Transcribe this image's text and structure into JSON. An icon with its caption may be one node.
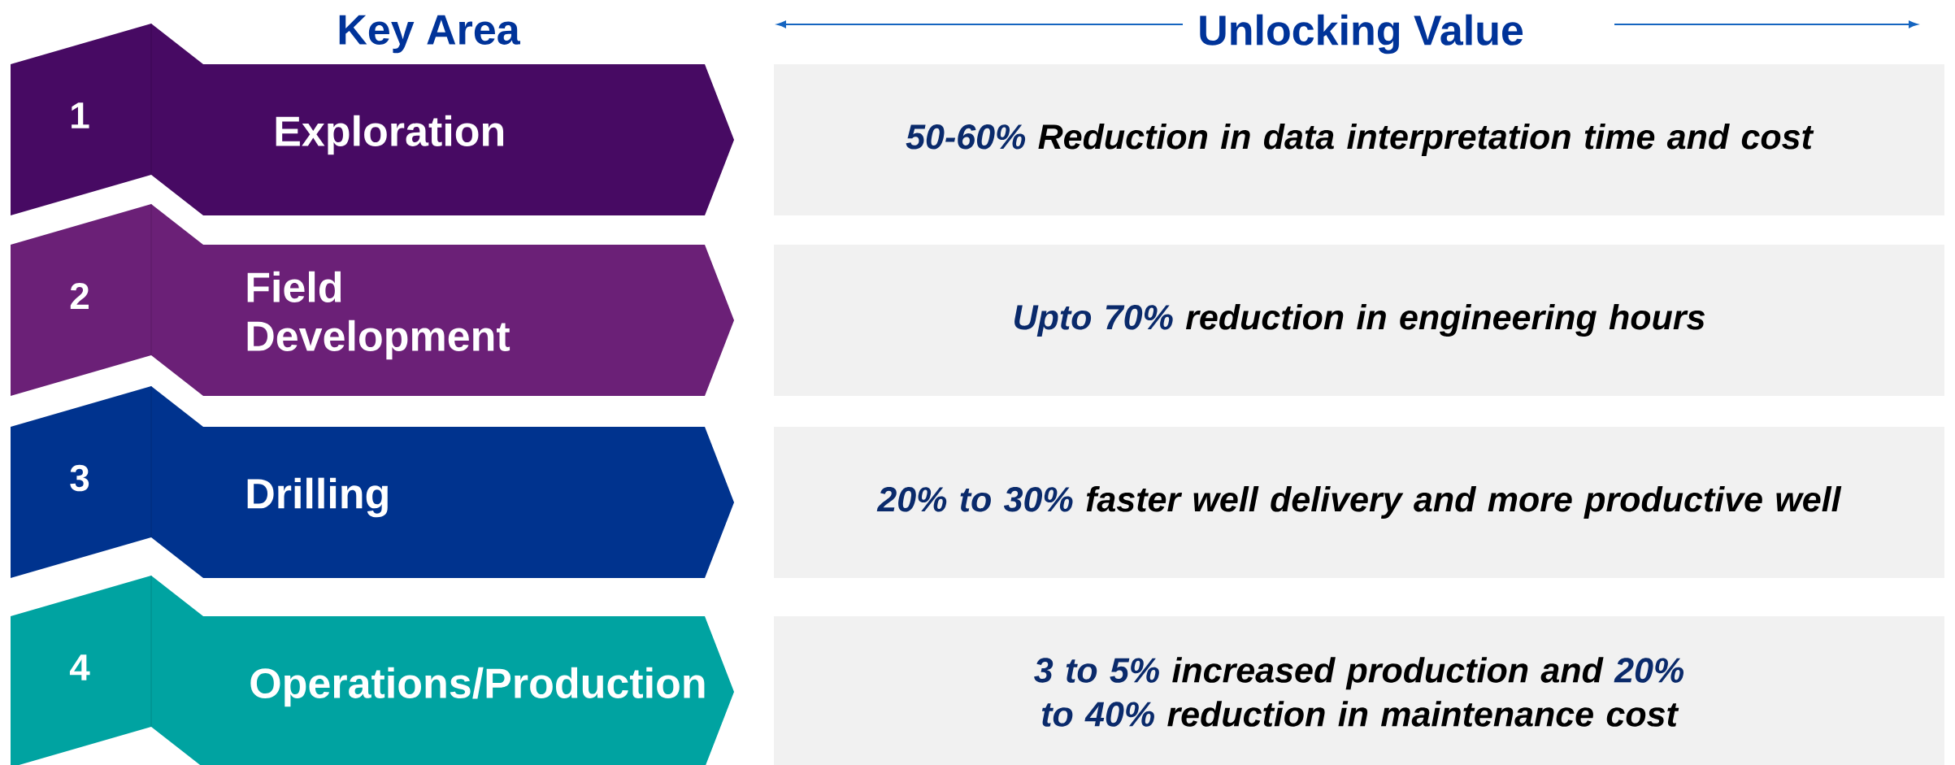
{
  "diagram": {
    "nodes": [
      {
        "text": [
          "1",
          "Exploration"
        ]
      },
      {
        "text": [
          "50-60%",
          "Reduction in data interpretation time and cost"
        ]
      },
      {
        "text": [
          "2",
          "Field Development"
        ]
      },
      {
        "text": [
          "Upto 70%",
          "reduction in engineering hours"
        ]
      },
      {
        "text": [
          "3",
          "Drilling"
        ]
      },
      {
        "text": [
          "20% to 30%",
          "faster well delivery and more productive well"
        ]
      },
      {
        "text": [
          "4",
          "Operations/Production"
        ]
      },
      {
        "text": [
          "3 to 5%",
          "increased production and",
          "20% to 40%",
          "reduction in maintenance cost"
        ]
      }
    ],
    "labels": [
      "Key Area",
      "Unlocking Value"
    ]
  }
}
